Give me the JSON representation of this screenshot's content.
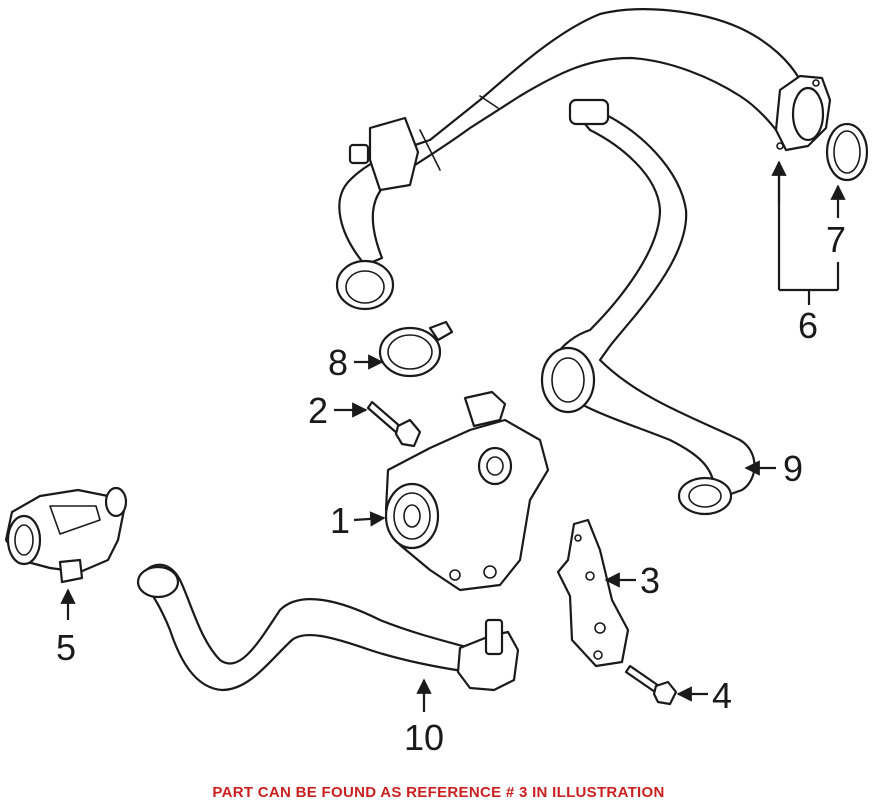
{
  "callouts": {
    "c1": "1",
    "c2": "2",
    "c3": "3",
    "c4": "4",
    "c5": "5",
    "c6": "6",
    "c7": "7",
    "c8": "8",
    "c9": "9",
    "c10": "10"
  },
  "footer_note": "PART CAN BE FOUND AS REFERENCE # 3 IN ILLUSTRATION",
  "colors": {
    "line": "#1a1a1a",
    "note": "#cc1f1f",
    "background": "#ffffff"
  }
}
